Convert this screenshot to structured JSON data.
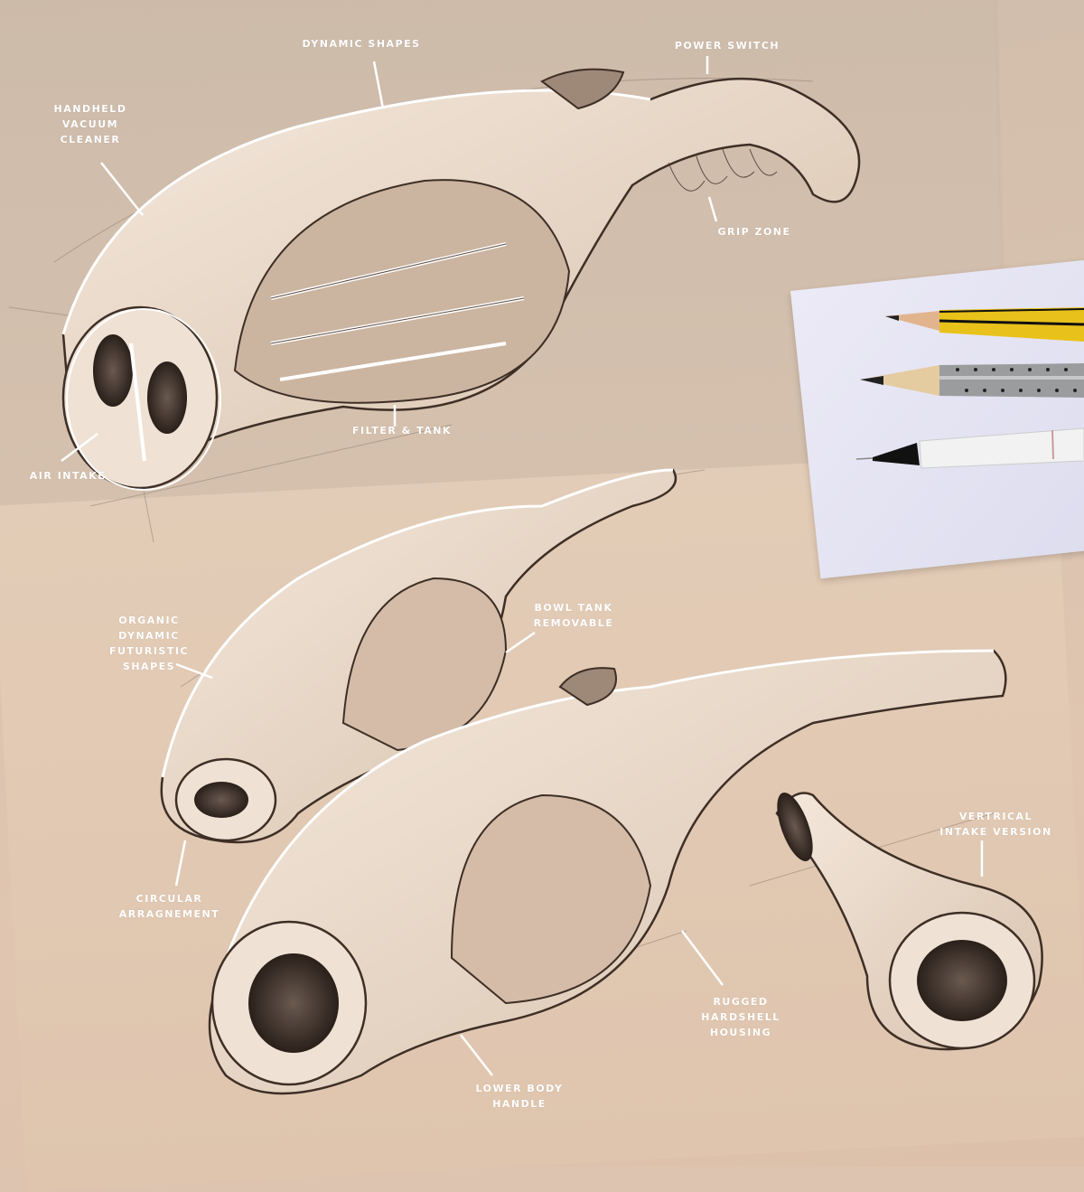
{
  "scene": {
    "description": "Product design sketch sheet of handheld vacuum cleaner concepts with pencils",
    "background_color": "#d8c2ae",
    "highlight_color": "#ffffff",
    "line_color": "#4a3a30"
  },
  "annotations": [
    {
      "id": "handheld",
      "text": "Handheld\nVacuum\nCleaner"
    },
    {
      "id": "dynamic",
      "text": "Dynamic Shapes"
    },
    {
      "id": "power",
      "text": "Power Switch"
    },
    {
      "id": "grip",
      "text": "Grip Zone"
    },
    {
      "id": "filter",
      "text": "Filter & Tank"
    },
    {
      "id": "air",
      "text": "Air Intake"
    },
    {
      "id": "organic",
      "text": "Organic\nDynamic\nFuturistic\nShapes"
    },
    {
      "id": "bowl",
      "text": "Bowl Tank\nRemovable"
    },
    {
      "id": "circular",
      "text": "Circular\nArragnement"
    },
    {
      "id": "vertical",
      "text": "Vertrical\nIntake Version"
    },
    {
      "id": "rugged",
      "text": "Rugged\nHardshell\nHousing"
    },
    {
      "id": "lower",
      "text": "Lower Body\nHandle"
    }
  ],
  "props": {
    "pencils": [
      {
        "name": "yellow-black-pencil",
        "color": "#e8c21a"
      },
      {
        "name": "grey-dotted-pencil",
        "color": "#9a9c9e"
      },
      {
        "name": "white-mechanical-pencil",
        "color": "#f2f2f2"
      }
    ],
    "card_color": "#e6e5f2"
  }
}
